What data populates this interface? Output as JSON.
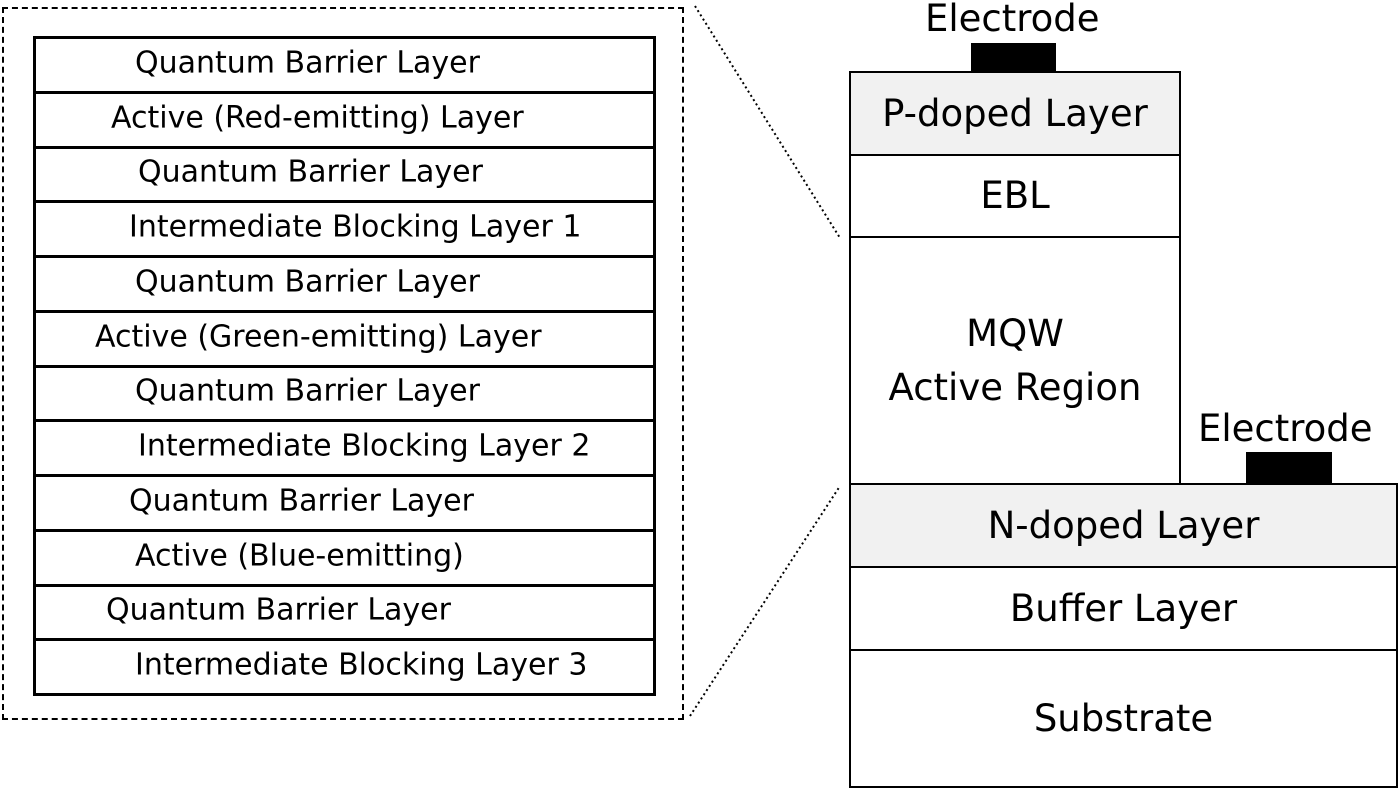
{
  "mqw_layers": [
    "Quantum Barrier Layer",
    "Active (Red-emitting) Layer",
    "Quantum Barrier Layer",
    "Intermediate Blocking Layer 1",
    "Quantum Barrier Layer",
    "Active (Green-emitting) Layer",
    "Quantum Barrier Layer",
    "Intermediate Blocking Layer 2",
    "Quantum Barrier Layer",
    "Active (Blue-emitting)",
    "Quantum Barrier Layer",
    "Intermediate Blocking Layer 3"
  ],
  "device": {
    "top_electrode_label": "Electrode",
    "side_electrode_label": "Electrode",
    "p_layer": "P-doped Layer",
    "ebl": "EBL",
    "mqw_line1": "MQW",
    "mqw_line2": "Active Region",
    "n_layer": "N-doped Layer",
    "buffer": "Buffer Layer",
    "substrate": "Substrate"
  },
  "colors": {
    "doped_layer_fill": "#f1f1f1",
    "electrode_fill": "#000000"
  }
}
